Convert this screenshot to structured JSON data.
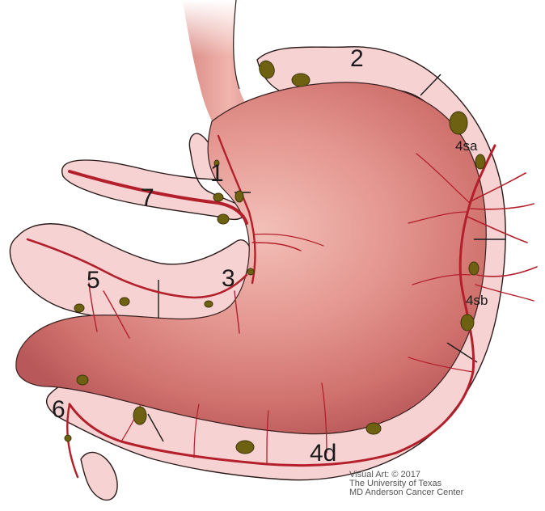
{
  "figure": {
    "stations": {
      "s1": "1",
      "s2": "2",
      "s3": "3",
      "s4sa": "4sa",
      "s4sb": "4sb",
      "s4d": "4d",
      "s5": "5",
      "s6": "6",
      "s7": "7"
    },
    "credit": {
      "line1": "Visual Art: © 2017",
      "line2": "The University of Texas",
      "line3": "MD Anderson Cancer Center"
    }
  },
  "colors": {
    "omentum": "#f7d2d3",
    "outline": "#2a1a1a",
    "stomach": "#d97e7a",
    "vessel": "#b3202b",
    "node": "#6e6212"
  }
}
